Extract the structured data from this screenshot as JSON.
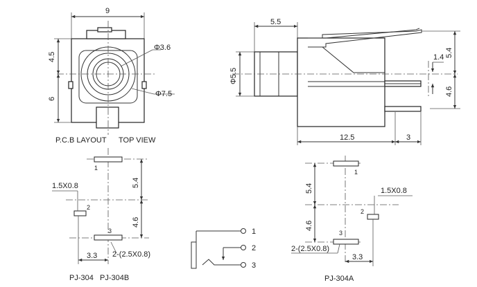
{
  "top_view": {
    "dim_width": "9",
    "dim_upper": "4.5",
    "dim_lower": "6",
    "dim_inner_dia": "Φ3.6",
    "dim_outer_dia": "Φ7.5",
    "caption_left": "P.C.B LAYOUT",
    "caption_right": "TOP VIEW"
  },
  "side_view": {
    "dim_nose": "5.5",
    "dim_nose_dia": "Φ5.5",
    "dim_length": "12.5",
    "dim_pin_pitch": "3",
    "dim_top": "5.4",
    "dim_bottom": "4.6",
    "dim_offset": "1.4"
  },
  "layout_left": {
    "dim_vert_top": "5.4",
    "dim_vert_bottom": "4.6",
    "dim_horiz": "3.3",
    "pad_small": "1.5X0.8",
    "pad_large": "2-(2.5X0.8)",
    "pin1": "1",
    "pin2": "2",
    "pin3": "3",
    "caption": "PJ-304   PJ-304B"
  },
  "schematic": {
    "pin1": "1",
    "pin2": "2",
    "pin3": "3"
  },
  "layout_right": {
    "dim_vert_top": "5.4",
    "dim_vert_bottom": "4.6",
    "dim_horiz": "3.3",
    "pad_small": "1.5X0.8",
    "pad_large": "2-(2.5X0.8)",
    "pin1": "1",
    "pin2": "2",
    "pin3": "3",
    "caption": "PJ-304A"
  }
}
